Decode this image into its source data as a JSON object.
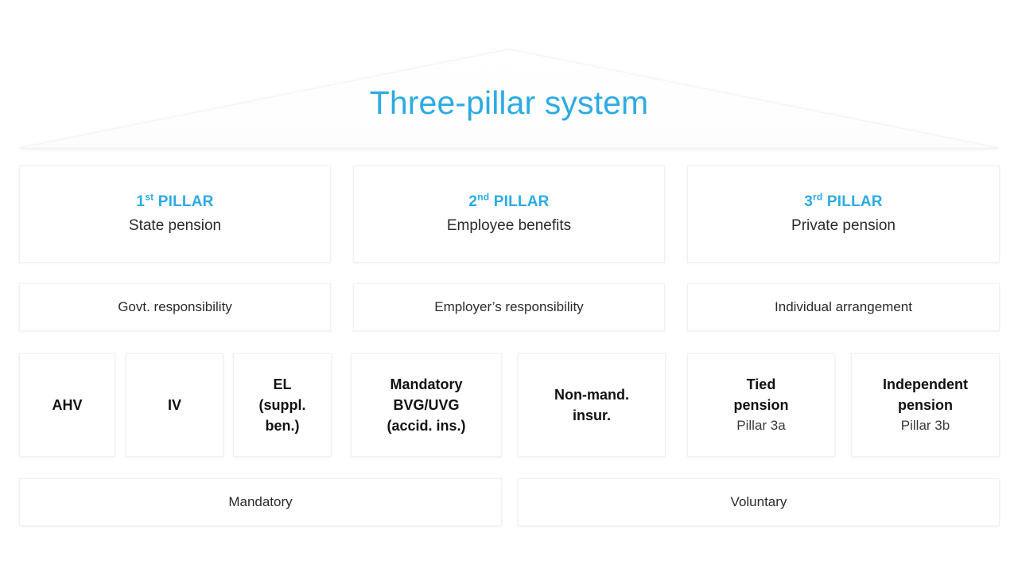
{
  "header": {
    "title": "Three-pillar system",
    "title_color": "#2cabe3",
    "roof_icon": "roof-triangle"
  },
  "pillars": [
    {
      "number": "1",
      "ordinal": "st",
      "eyebrow_suffix": " PILLAR",
      "subtitle": "State pension",
      "responsibility": "Govt. responsibility"
    },
    {
      "number": "2",
      "ordinal": "nd",
      "eyebrow_suffix": " PILLAR",
      "subtitle": "Employee benefits",
      "responsibility": "Employer’s responsibility"
    },
    {
      "number": "3",
      "ordinal": "rd",
      "eyebrow_suffix": " PILLAR",
      "subtitle": "Private pension",
      "responsibility": "Individual arrangement"
    }
  ],
  "details": [
    {
      "title": "AHV",
      "sub": ""
    },
    {
      "title": "IV",
      "sub": ""
    },
    {
      "title": "EL\n(suppl.\nben.)",
      "sub": ""
    },
    {
      "title": "Mandatory\nBVG/UVG\n(accid. ins.)",
      "sub": ""
    },
    {
      "title": "Non-mand.\ninsur.",
      "sub": ""
    },
    {
      "title": "Tied\npension",
      "sub": "Pillar 3a"
    },
    {
      "title": "Independent\npension",
      "sub": "Pillar 3b"
    }
  ],
  "scope": [
    {
      "label": "Mandatory"
    },
    {
      "label": "Voluntary"
    }
  ]
}
